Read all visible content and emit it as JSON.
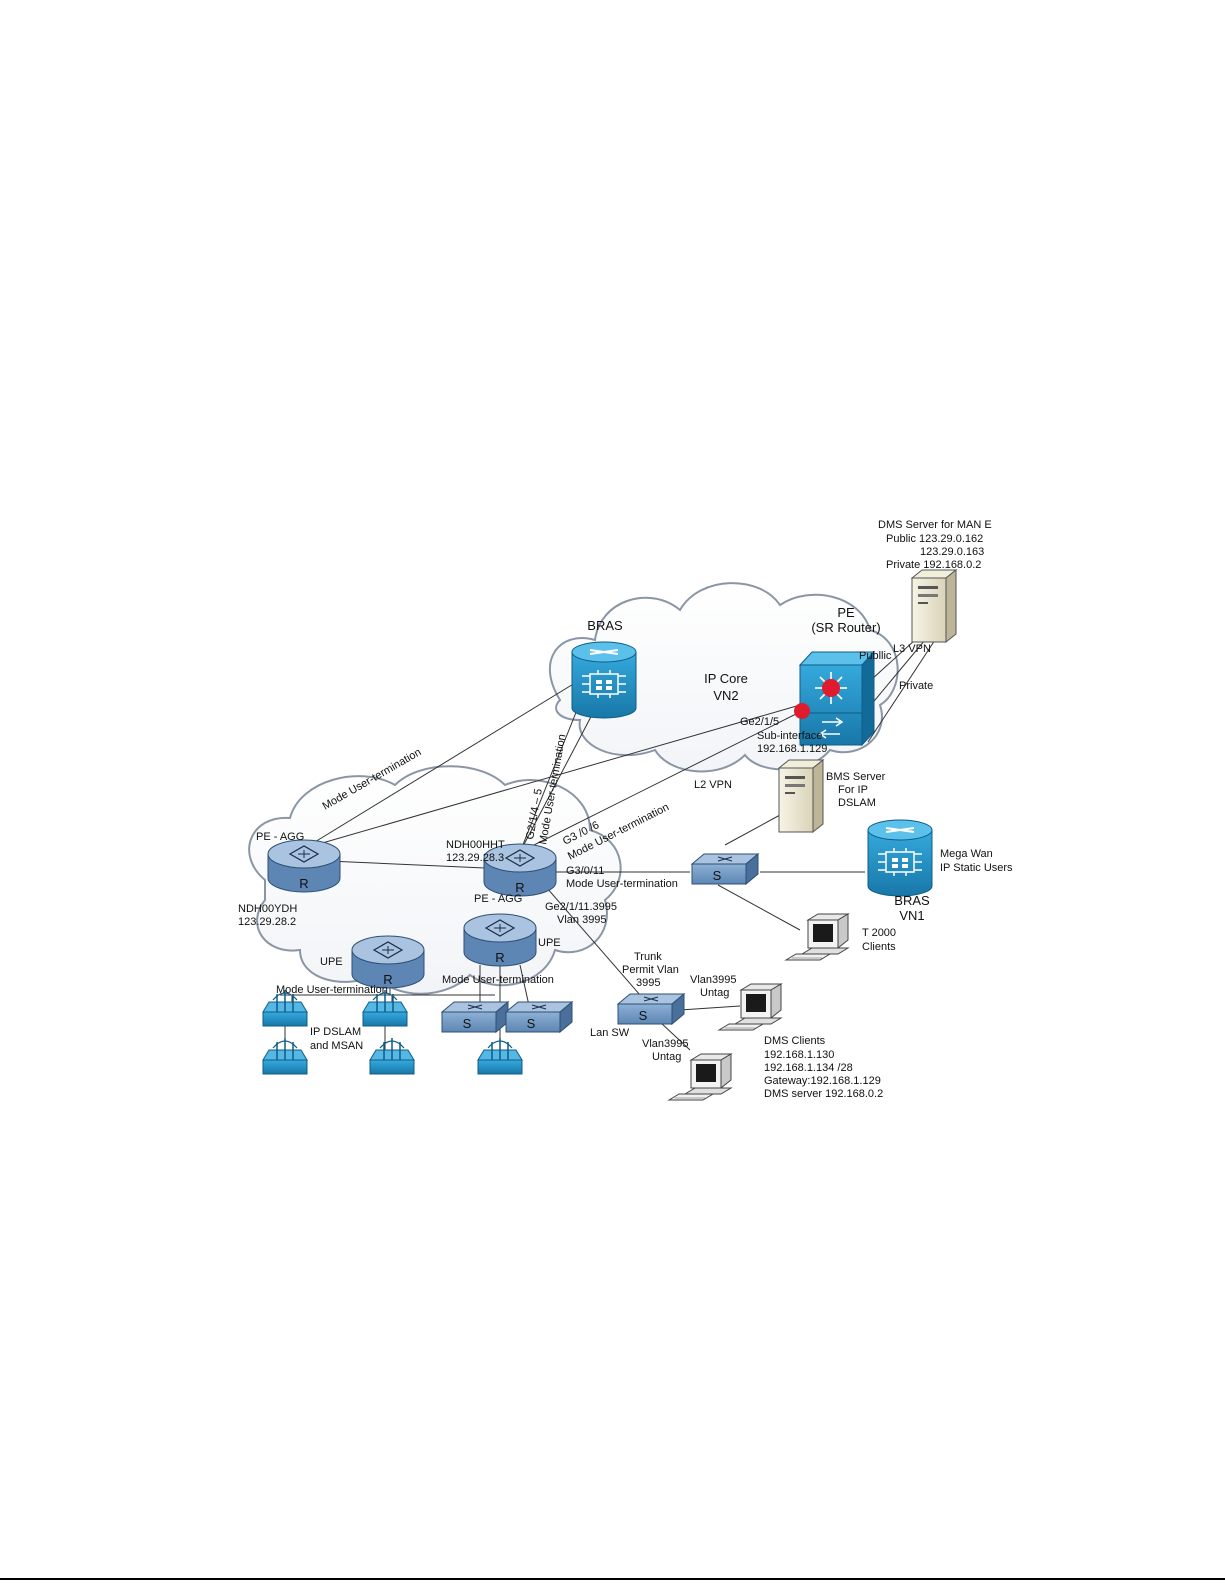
{
  "clouds": {
    "ip_core": [
      "IP Core",
      "VN2"
    ]
  },
  "nodes": {
    "bras_top": "BRAS",
    "pe_sr": [
      "PE",
      "(SR Router)"
    ],
    "dms_server_man": [
      "DMS Server for MAN E",
      "Public 123.29.0.162",
      "123.29.0.163",
      "Private 192.168.0.2"
    ],
    "pe_agg_left_title": "PE - AGG",
    "pe_agg_left_info": [
      "NDH00YDH",
      "123.29.28.2"
    ],
    "pe_agg_mid_info": [
      "NDH00HHT",
      "123.29.28.3"
    ],
    "pe_agg_mid_title": "PE - AGG",
    "upe_left": "UPE",
    "upe_right": "UPE",
    "bms_server": [
      "BMS Server",
      "For IP",
      "DSLAM"
    ],
    "bras_vn1": [
      "BRAS",
      "VN1"
    ],
    "mega_wan": [
      "Mega Wan",
      "IP Static Users"
    ],
    "t2000": [
      "T 2000",
      "Clients"
    ],
    "lan_sw": "Lan SW",
    "dms_clients": [
      "DMS Clients",
      "192.168.1.130",
      "192.168.1.134 /28",
      "Gateway:192.168.1.129",
      "DMS server 192.168.0.2"
    ],
    "ip_dslam": [
      "IP DSLAM",
      "and MSAN"
    ]
  },
  "link_labels": {
    "public": "Publlic",
    "l3vpn": "L3 VPN",
    "private": "Private",
    "ge215": [
      "Ge2/1/5",
      "Sub-interface",
      "192.168.1.129"
    ],
    "l2vpn": "L2 VPN",
    "mode_top": "Mode User-termination",
    "g2145": [
      "G2/1/4 – 5",
      "Mode User-termination"
    ],
    "g306": [
      "G3 /0 /6",
      "Mode User-termination"
    ],
    "g3011": [
      "G3/0/11",
      "Mode User-termination"
    ],
    "ge2111": [
      "Ge2/1/11.3995",
      "Vlan 3995"
    ],
    "mode_upe_left": "Mode User-termination",
    "mode_upe_right": "Mode User-termination",
    "trunk": [
      "Trunk",
      "Permit Vlan",
      "3995"
    ],
    "vlan_untag_1": [
      "Vlan3995",
      "Untag"
    ],
    "vlan_untag_2": [
      "Vlan3995",
      "Untag"
    ]
  },
  "icons": {
    "router": "R",
    "switch": "S"
  },
  "colors": {
    "device_blue": "#1f8fc1",
    "switch_blue": "#6f9ac4",
    "cloud_stroke": "#8a96a6",
    "red_dot": "#e01b2d",
    "server_beige": "#ece8d4"
  }
}
